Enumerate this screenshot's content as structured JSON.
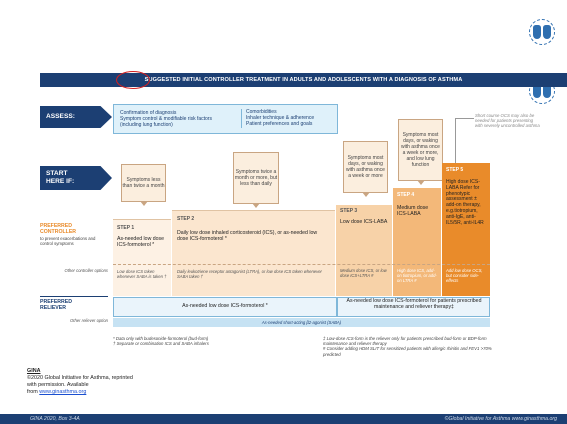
{
  "title": "SUGGESTED INITIAL CONTROLLER TREATMENT IN ADULTS AND ADOLESCENTS WITH A DIAGNOSIS OF ASTHMA",
  "arrows": {
    "assess": "ASSESS:",
    "start": "START HERE IF:"
  },
  "assess_box": {
    "col1": [
      "Confirmation of diagnosis",
      "Symptom control & modifiable risk factors",
      "(including lung function)"
    ],
    "col2": [
      "Comorbidities",
      "Inhaler technique & adherence",
      "Patient preferences and goals"
    ]
  },
  "side_note": "Short course OCS may also be needed for patients presenting with severely uncontrolled asthma",
  "bubbles": [
    "Symptoms less than twice a month",
    "Symptoms twice a month or more, but less than daily",
    "Symptoms most days, or waking with asthma once a week or more",
    "Symptoms most days, or waking with asthma once a week or more, and low lung function"
  ],
  "preferred_controller": {
    "title": "PREFERRED CONTROLLER",
    "sub": "to prevent exacerbations and control symptoms"
  },
  "other_controller": "Other controller options",
  "preferred_reliever": "PREFERRED RELIEVER",
  "other_reliever": "Other reliever option",
  "steps": [
    {
      "label": "STEP 1",
      "text": "As-needed low dose ICS-formoterol *",
      "other": "Low dose ICS taken whenever SABA is taken †"
    },
    {
      "label": "STEP 2",
      "text": "Daily low dose inhaled corticosteroid (ICS), or as-needed low dose ICS-formoterol *",
      "other": "Daily leukotriene receptor antagonist (LTRA), or low dose ICS taken whenever SABA taken †"
    },
    {
      "label": "STEP 3",
      "text": "Low dose ICS-LABA",
      "other": "Medium dose ICS, or low dose ICS+LTRA #"
    },
    {
      "label": "STEP 4",
      "text": "Medium dose ICS-LABA",
      "other": "High dose ICS, add-on tiotropium, or add-on LTRA #"
    },
    {
      "label": "STEP 5",
      "text": "High dose ICS-LABA Refer for phenotypic assessment ± add-on therapy, e.g.tiotropium, anti-IgE, anti-IL5/5R, anti-IL4R",
      "other": "Add low dose OCS, but consider side-effects"
    }
  ],
  "reliever_left": "As-needed low dose ICS-formoterol *",
  "reliever_right": "As-needed low dose ICS-formoterol for patients prescribed maintenance and reliever therapy‡",
  "reliever_other": "As-needed short-acting β2-agonist (SABA)",
  "footnotes_left": [
    "* Data only with budesonide-formoterol (bud-form)",
    "† Separate or combination ICS and SABA inhalers"
  ],
  "footnotes_right": [
    "‡ Low-dose ICS-form is the reliever only for patients prescribed bud-form or BDP-form maintenance and reliever therapy",
    "# Consider adding HDM SLIT for sensitized patients with allergic rhinitis and FEV1 >70% predicted"
  ],
  "credit": {
    "heading": "GINA",
    "line1": "©2020 Global Initiative for Asthma, reprinted",
    "line2": "with permission. Available",
    "from": "from ",
    "link": "www.ginasthma.org"
  },
  "footer": {
    "left": "GINA 2020, Box 3-4A",
    "right": "©Global Initiative for Asthma www.ginasthma.org"
  },
  "colors": {
    "navy": "#1c3f73",
    "orange": "#e98b2a",
    "step_light": "#fdf1e4",
    "step_dark": "#e98b2a",
    "highlight": "#d42020"
  }
}
